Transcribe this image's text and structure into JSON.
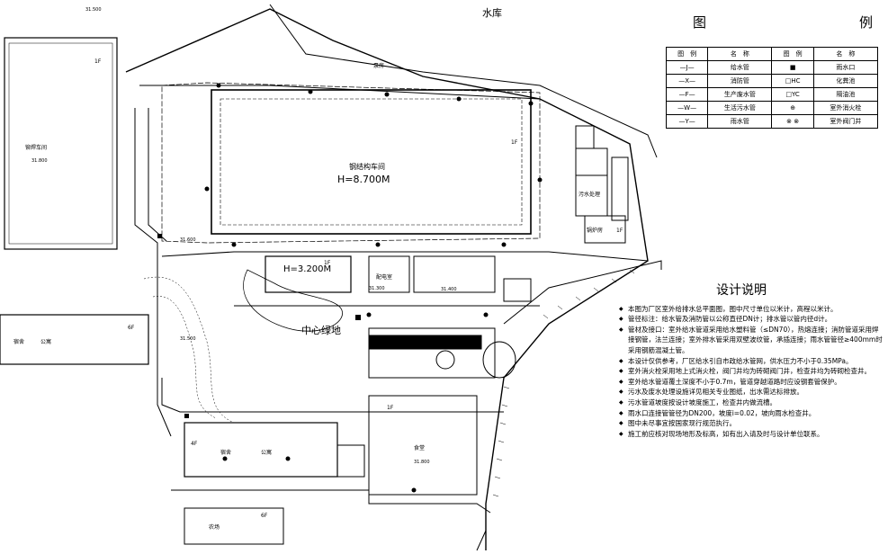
{
  "labels": {
    "reservoir": "水库",
    "main_workshop": "钢结构车间",
    "main_height": "H=8.700M",
    "office_height": "H=3.200M",
    "office_floor": "1F",
    "central_park": "中心绿地",
    "dorm_north": "宿舍",
    "dorm_north2": "公寓",
    "dorm_north_floor": "6F",
    "dorm_south": "宿舍",
    "dorm_south2": "公寓",
    "dorm_south_floor": "4F",
    "canteen": "食堂",
    "canteen_floor": "1F",
    "farm": "农场",
    "farm_floor": "6F",
    "workshop_left": "铆焊车间",
    "workshop_left_floor": "1F",
    "pump_house": "泵房",
    "water_treatment": "污水处理",
    "boiler": "锅炉房",
    "ne_floor": "1F",
    "east_floor": "1F",
    "small_room": "配电室",
    "elev_a": "31.500",
    "elev_b": "31.800",
    "elev_c": "31.400",
    "elev_d": "31.500",
    "elev_e": "31.800",
    "elev_f": "31.300",
    "elev_g": "31.600"
  },
  "legend": {
    "title_a": "图",
    "title_b": "例",
    "headers": [
      "图　例",
      "名　称",
      "图　例",
      "名　称"
    ],
    "rows": [
      {
        "sym": "—J—",
        "name": "给水管",
        "sym2": "■",
        "name2": "雨水口"
      },
      {
        "sym": "—X—",
        "name": "消防管",
        "sym2": "□HC",
        "name2": "化粪池"
      },
      {
        "sym": "—F—",
        "name": "生产废水管",
        "sym2": "□YC",
        "name2": "隔油池"
      },
      {
        "sym": "—W—",
        "name": "生活污水管",
        "sym2": "⊕",
        "name2": "室外消火栓"
      },
      {
        "sym": "—Y—",
        "name": "雨水管",
        "sym2": "⊗ ⊗",
        "name2": "室外阀门井"
      }
    ]
  },
  "notes": {
    "title": "设计说明",
    "items": [
      "本图为厂区室外给排水总平面图，图中尺寸单位以米计，高程以米计。",
      "管径标注：给水管及消防管以公称直径DN计；排水管以管内径d计。",
      "管材及接口：室外给水管道采用给水塑料管（≤DN70），热熔连接；消防管道采用焊接钢管，法兰连接；室外排水管采用双壁波纹管，承插连接；雨水管管径≥400mm时采用钢筋混凝土管。",
      "本设计仅供参考，厂区给水引自市政给水管网，供水压力不小于0.35MPa。",
      "室外消火栓采用地上式消火栓，阀门井均为砖砌阀门井，检查井均为砖砌检查井。",
      "室外给水管道覆土深度不小于0.7m，管道穿越道路时应设钢套管保护。",
      "污水及废水处理设施详见相关专业图纸，出水需达标排放。",
      "污水管道坡度按设计坡度施工，检查井内做流槽。",
      "雨水口连接管管径为DN200，坡度i=0.02，坡向雨水检查井。",
      "图中未尽事宜按国家现行规范执行。",
      "施工前应核对现场地形及标高，如有出入请及时与设计单位联系。"
    ]
  }
}
